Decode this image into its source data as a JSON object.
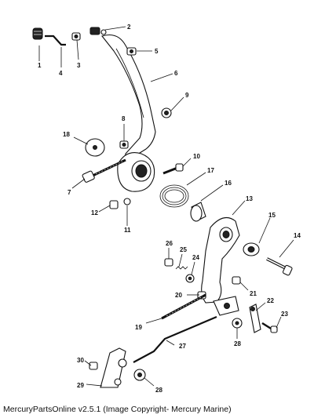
{
  "callouts": [
    {
      "id": "c1",
      "text": "1"
    },
    {
      "id": "c2",
      "text": "2"
    },
    {
      "id": "c3",
      "text": "3"
    },
    {
      "id": "c4",
      "text": "4"
    },
    {
      "id": "c5",
      "text": "5"
    },
    {
      "id": "c6",
      "text": "6"
    },
    {
      "id": "c7",
      "text": "7"
    },
    {
      "id": "c8",
      "text": "8"
    },
    {
      "id": "c9",
      "text": "9"
    },
    {
      "id": "c10",
      "text": "10"
    },
    {
      "id": "c11",
      "text": "11"
    },
    {
      "id": "c12",
      "text": "12"
    },
    {
      "id": "c13",
      "text": "13"
    },
    {
      "id": "c14",
      "text": "14"
    },
    {
      "id": "c15",
      "text": "15"
    },
    {
      "id": "c16",
      "text": "16"
    },
    {
      "id": "c17",
      "text": "17"
    },
    {
      "id": "c18",
      "text": "18"
    },
    {
      "id": "c19",
      "text": "19"
    },
    {
      "id": "c20",
      "text": "20"
    },
    {
      "id": "c21",
      "text": "21"
    },
    {
      "id": "c22",
      "text": "22"
    },
    {
      "id": "c23",
      "text": "23"
    },
    {
      "id": "c24",
      "text": "24"
    },
    {
      "id": "c25",
      "text": "25"
    },
    {
      "id": "c26",
      "text": "26"
    },
    {
      "id": "c27",
      "text": "27"
    },
    {
      "id": "c28a",
      "text": "28"
    },
    {
      "id": "c28b",
      "text": "28"
    },
    {
      "id": "c29",
      "text": "29"
    },
    {
      "id": "c30",
      "text": "30"
    }
  ],
  "footer": "MercuryPartsOnline v2.5.1 (Image Copyright- Mercury Marine)"
}
